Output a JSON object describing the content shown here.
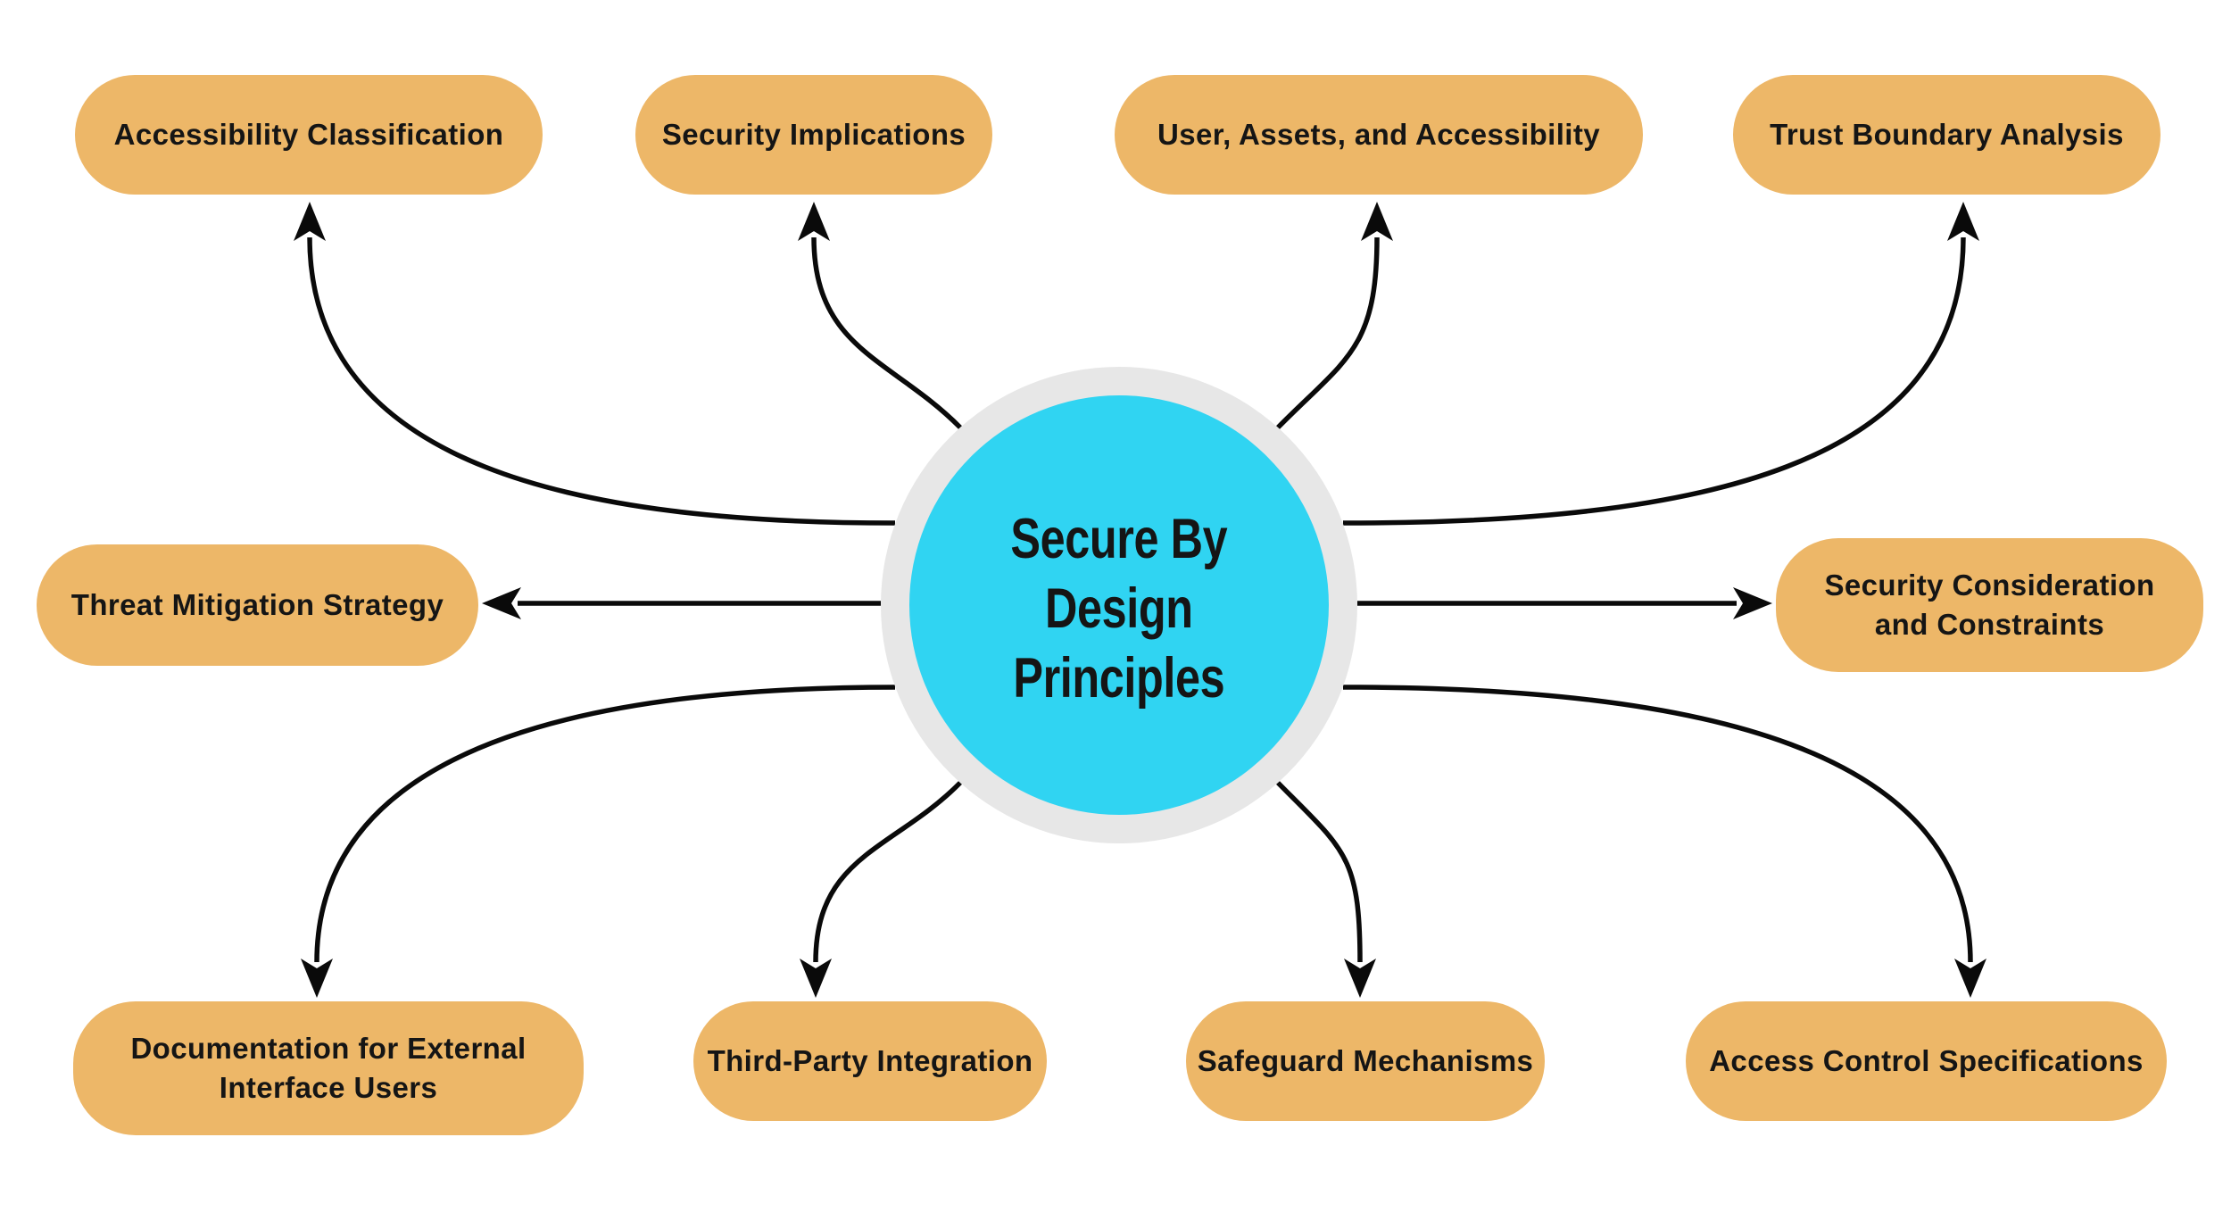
{
  "colors": {
    "node_fill": "#EDB768",
    "center_fill": "#30D4F2",
    "ring_fill": "#E7E7E7",
    "line_color": "#0A0A0A",
    "text_color": "#151515"
  },
  "diagram": {
    "center": {
      "label": "Secure By Design Principles",
      "lines": [
        "Secure By",
        "Design",
        "Principles"
      ]
    },
    "nodes": [
      {
        "id": "accessibility-classification",
        "label": "Accessibility Classification"
      },
      {
        "id": "security-implications",
        "label": "Security Implications"
      },
      {
        "id": "user-assets-and-accessibility",
        "label": "User, Assets, and Accessibility"
      },
      {
        "id": "trust-boundary-analysis",
        "label": "Trust Boundary Analysis"
      },
      {
        "id": "threat-mitigation-strategy",
        "label": "Threat Mitigation Strategy"
      },
      {
        "id": "security-consideration-and-constraints",
        "label": "Security Consideration and Constraints",
        "lines": [
          "Security Consideration",
          "and Constraints"
        ]
      },
      {
        "id": "documentation-for-external-interface-users",
        "label": "Documentation for External Interface Users",
        "lines": [
          "Documentation for External",
          "Interface Users"
        ]
      },
      {
        "id": "third-party-integration",
        "label": "Third-Party Integration"
      },
      {
        "id": "safeguard-mechanisms",
        "label": "Safeguard Mechanisms"
      },
      {
        "id": "access-control-specifications",
        "label": "Access Control Specifications"
      }
    ]
  }
}
